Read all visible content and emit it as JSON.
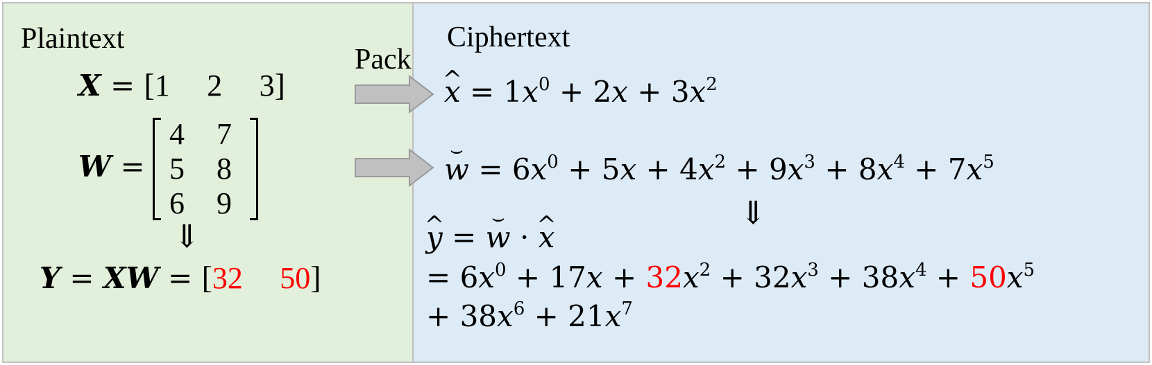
{
  "colors": {
    "plaintext_bg": "#e2efda",
    "ciphertext_bg": "#ddebf7",
    "arrow_fill": "#c0c0c0",
    "arrow_stroke": "#999999",
    "highlight": "#ff0000"
  },
  "plaintext": {
    "heading": "Plaintext",
    "x_label": "X",
    "eq": "=",
    "x_open": "[",
    "x_values": [
      "1",
      "2",
      "3"
    ],
    "x_close": "]",
    "w_label": "W",
    "w_matrix": [
      [
        "4",
        "7"
      ],
      [
        "5",
        "8"
      ],
      [
        "6",
        "9"
      ]
    ],
    "implies": "⇓",
    "y_lhs": "Y",
    "y_mid": "XW",
    "y_values": [
      "32",
      "50"
    ]
  },
  "pack_label": "Pack",
  "ciphertext": {
    "heading": "Ciphertext",
    "x_hat_var": "x",
    "x_hat_poly": {
      "a": "1",
      "e0": "0",
      "b": "2",
      "c": "3",
      "e2": "2",
      "plus": "+",
      "eq": "="
    },
    "w_hat_var": "w",
    "w_hat_poly": {
      "c0": "6",
      "e0": "0",
      "c1": "5",
      "c2": "4",
      "e2": "2",
      "c3": "9",
      "e3": "3",
      "c4": "8",
      "e4": "4",
      "c5": "7",
      "e5": "5"
    },
    "implies": "⇓",
    "y_hat_var": "y",
    "dot": "·",
    "result_line1": {
      "c0": "6",
      "e0": "0",
      "c1": "17",
      "c2": "32",
      "e2": "2",
      "c3": "32",
      "e3": "3",
      "c4": "38",
      "e4": "4",
      "c5": "50",
      "e5": "5"
    },
    "result_line2": {
      "c6": "38",
      "e6": "6",
      "c7": "21",
      "e7": "7"
    }
  }
}
